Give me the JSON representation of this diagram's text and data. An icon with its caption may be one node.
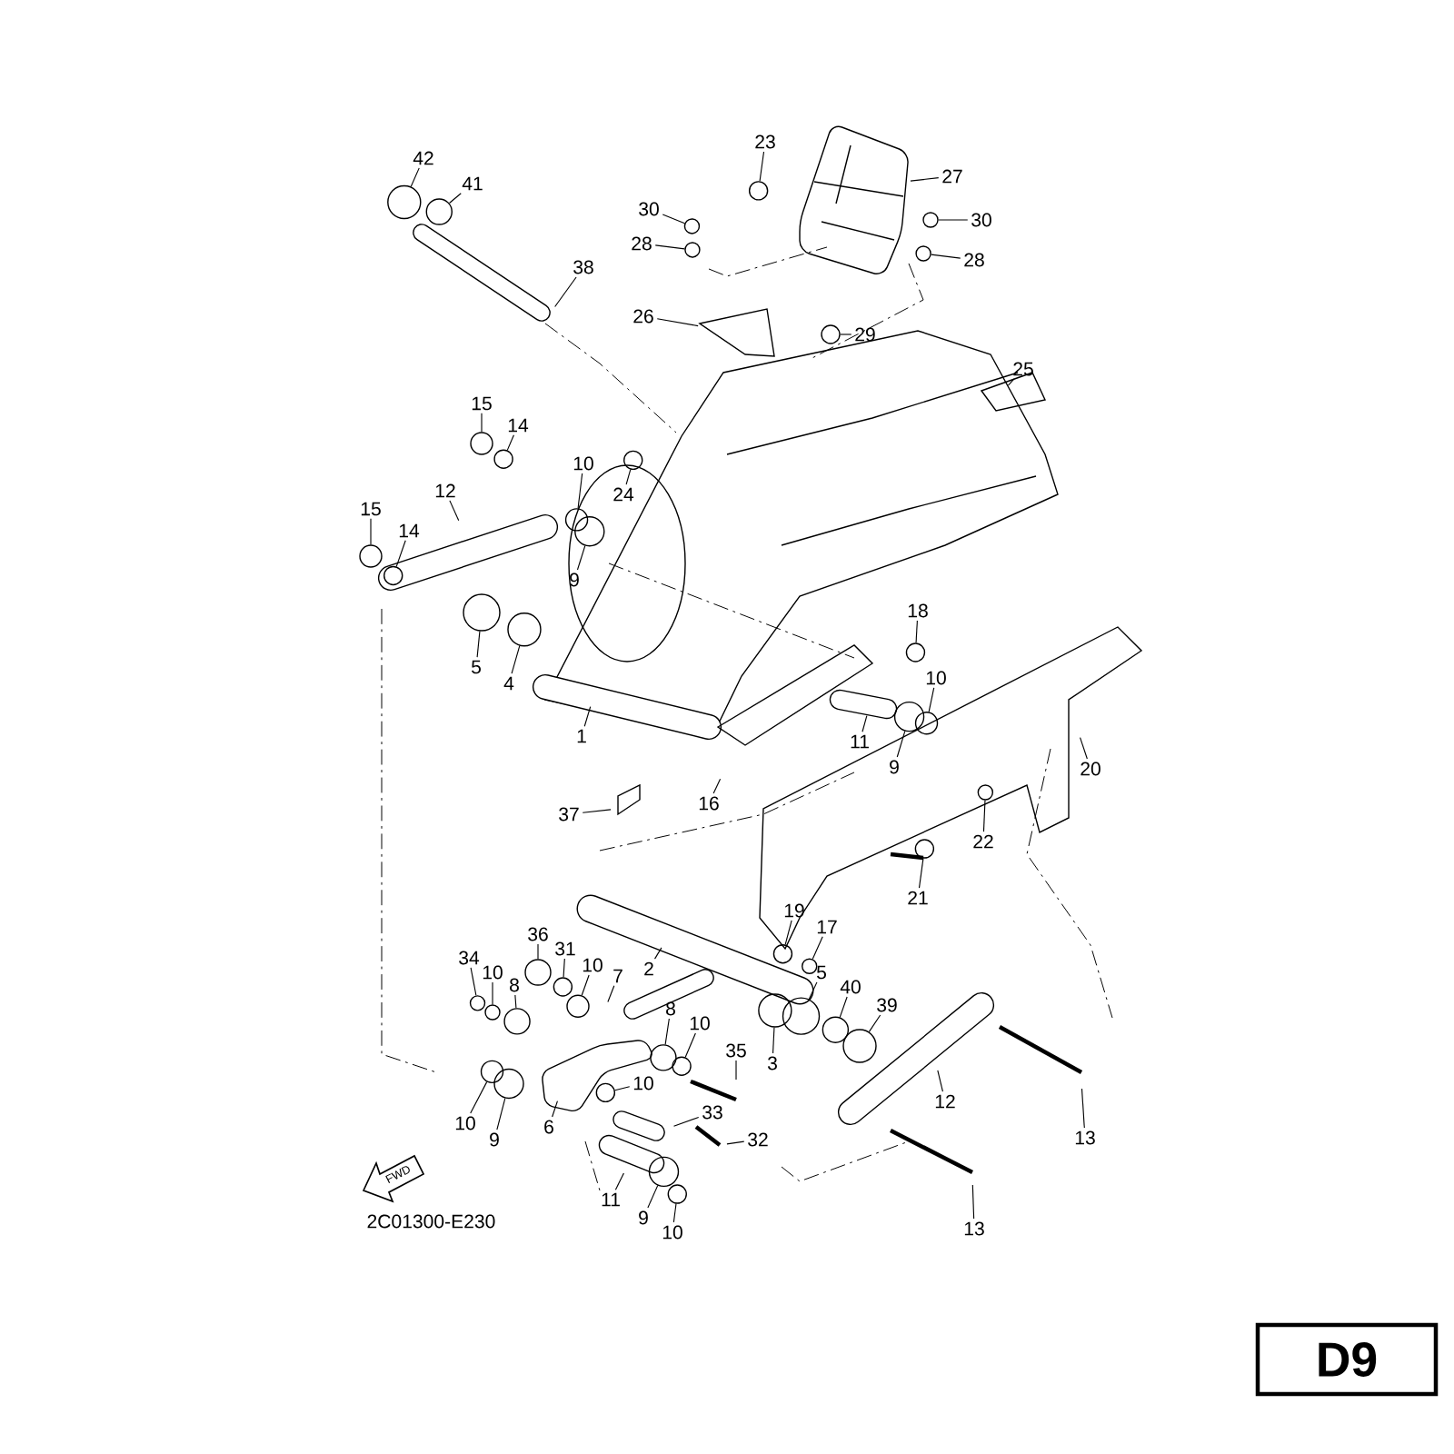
{
  "diagram": {
    "nodes": [
      {
        "text": [
          "42"
        ]
      },
      {
        "text": [
          "41"
        ]
      },
      {
        "text": [
          "23"
        ]
      },
      {
        "text": [
          "27"
        ]
      },
      {
        "text": [
          "30"
        ]
      },
      {
        "text": [
          "30"
        ]
      },
      {
        "text": [
          "28"
        ]
      },
      {
        "text": [
          "28"
        ]
      },
      {
        "text": [
          "38"
        ]
      },
      {
        "text": [
          "26"
        ]
      },
      {
        "text": [
          "29"
        ]
      },
      {
        "text": [
          "25"
        ]
      },
      {
        "text": [
          "15"
        ]
      },
      {
        "text": [
          "14"
        ]
      },
      {
        "text": [
          "10"
        ]
      },
      {
        "text": [
          "24"
        ]
      },
      {
        "text": [
          "12"
        ]
      },
      {
        "text": [
          "15"
        ]
      },
      {
        "text": [
          "14"
        ]
      },
      {
        "text": [
          "9"
        ]
      },
      {
        "text": [
          "18"
        ]
      },
      {
        "text": [
          "5"
        ]
      },
      {
        "text": [
          "4"
        ]
      },
      {
        "text": [
          "10"
        ]
      },
      {
        "text": [
          "1"
        ]
      },
      {
        "text": [
          "11"
        ]
      },
      {
        "text": [
          "9"
        ]
      },
      {
        "text": [
          "20"
        ]
      },
      {
        "text": [
          "37"
        ]
      },
      {
        "text": [
          "16"
        ]
      },
      {
        "text": [
          "22"
        ]
      },
      {
        "text": [
          "21"
        ]
      },
      {
        "text": [
          "19"
        ]
      },
      {
        "text": [
          "17"
        ]
      },
      {
        "text": [
          "36"
        ]
      },
      {
        "text": [
          "31"
        ]
      },
      {
        "text": [
          "34"
        ]
      },
      {
        "text": [
          "10"
        ]
      },
      {
        "text": [
          "10"
        ]
      },
      {
        "text": [
          "7"
        ]
      },
      {
        "text": [
          "2"
        ]
      },
      {
        "text": [
          "8"
        ]
      },
      {
        "text": [
          "5"
        ]
      },
      {
        "text": [
          "40"
        ]
      },
      {
        "text": [
          "39"
        ]
      },
      {
        "text": [
          "8"
        ]
      },
      {
        "text": [
          "10"
        ]
      },
      {
        "text": [
          "35"
        ]
      },
      {
        "text": [
          "3"
        ]
      },
      {
        "text": [
          "10"
        ]
      },
      {
        "text": [
          "33"
        ]
      },
      {
        "text": [
          "12"
        ]
      },
      {
        "text": [
          "10"
        ]
      },
      {
        "text": [
          "9"
        ]
      },
      {
        "text": [
          "6"
        ]
      },
      {
        "text": [
          "32"
        ]
      },
      {
        "text": [
          "13"
        ]
      },
      {
        "text": [
          "11"
        ]
      },
      {
        "text": [
          "9"
        ]
      },
      {
        "text": [
          "10"
        ]
      },
      {
        "text": [
          "13"
        ]
      },
      {
        "text": [
          "D9"
        ]
      },
      {
        "text": [],
        "shape": "circle"
      },
      {
        "text": [],
        "shape": "circle"
      },
      {
        "text": [],
        "shape": "circle"
      },
      {
        "text": [],
        "shape": "circle"
      },
      {
        "text": [],
        "shape": "circle"
      },
      {
        "text": [],
        "shape": "circle"
      },
      {
        "text": [],
        "shape": "circle"
      },
      {
        "text": [],
        "shape": "circle"
      },
      {
        "text": [],
        "shape": "circle"
      },
      {
        "text": [],
        "shape": "circle"
      },
      {
        "text": [],
        "shape": "circle"
      },
      {
        "text": [],
        "shape": "circle"
      },
      {
        "text": [],
        "shape": "circle"
      },
      {
        "text": [],
        "shape": "circle"
      },
      {
        "text": [],
        "shape": "circle"
      },
      {
        "text": [],
        "shape": "circle"
      },
      {
        "text": [],
        "shape": "circle"
      },
      {
        "text": [],
        "shape": "circle"
      },
      {
        "text": [],
        "shape": "circle"
      },
      {
        "text": [],
        "shape": "circle"
      },
      {
        "text": [],
        "shape": "circle"
      },
      {
        "text": [],
        "shape": "circle"
      },
      {
        "text": [],
        "shape": "circle"
      },
      {
        "text": [],
        "shape": "circle"
      },
      {
        "text": [],
        "shape": "circle"
      },
      {
        "text": [],
        "shape": "circle"
      },
      {
        "text": [],
        "shape": "circle"
      },
      {
        "text": [],
        "shape": "circle"
      },
      {
        "text": [],
        "shape": "circle"
      },
      {
        "text": [],
        "shape": "circle"
      },
      {
        "text": [],
        "shape": "circle"
      },
      {
        "text": [],
        "shape": "circle"
      },
      {
        "text": [],
        "shape": "circle"
      },
      {
        "text": [],
        "shape": "circle"
      },
      {
        "text": [],
        "shape": "circle"
      },
      {
        "text": [],
        "shape": "circle"
      },
      {
        "text": [],
        "shape": "circle"
      },
      {
        "text": [],
        "shape": "circle"
      },
      {
        "text": [],
        "shape": "circle"
      },
      {
        "text": [],
        "shape": "circle"
      },
      {
        "text": [],
        "shape": "circle"
      }
    ],
    "edges": [
      {
        "from": 0,
        "to": 62,
        "arrow": "none"
      },
      {
        "from": 1,
        "to": 63,
        "arrow": "none"
      },
      {
        "from": 2,
        "to": 64,
        "arrow": "none"
      },
      {
        "from": 3,
        "to": null,
        "arrow": "none"
      },
      {
        "from": 4,
        "to": 65,
        "arrow": "none"
      },
      {
        "from": 5,
        "to": 66,
        "arrow": "none"
      },
      {
        "from": 6,
        "to": 67,
        "arrow": "none"
      },
      {
        "from": 7,
        "to": 68,
        "arrow": "none"
      },
      {
        "from": 8,
        "to": null,
        "arrow": "none"
      },
      {
        "from": 9,
        "to": null,
        "arrow": "none"
      },
      {
        "from": 10,
        "to": 69,
        "arrow": "none"
      },
      {
        "from": 11,
        "to": null,
        "arrow": "none"
      },
      {
        "from": 12,
        "to": 70,
        "arrow": "none"
      },
      {
        "from": 13,
        "to": 71,
        "arrow": "none"
      },
      {
        "from": 14,
        "to": 72,
        "arrow": "none"
      },
      {
        "from": 15,
        "to": 73,
        "arrow": "none"
      },
      {
        "from": 16,
        "to": null,
        "arrow": "none"
      },
      {
        "from": 17,
        "to": 74,
        "arrow": "none"
      },
      {
        "from": 18,
        "to": 75,
        "arrow": "none"
      },
      {
        "from": 19,
        "to": 76,
        "arrow": "none"
      },
      {
        "from": 20,
        "to": 77,
        "arrow": "none"
      },
      {
        "from": 21,
        "to": 78,
        "arrow": "none"
      },
      {
        "from": 22,
        "to": 79,
        "arrow": "none"
      },
      {
        "from": 23,
        "to": 80,
        "arrow": "none"
      },
      {
        "from": 24,
        "to": null,
        "arrow": "none"
      },
      {
        "from": 25,
        "to": null,
        "arrow": "none"
      },
      {
        "from": 26,
        "to": 81,
        "arrow": "none"
      },
      {
        "from": 27,
        "to": null,
        "arrow": "none"
      },
      {
        "from": 28,
        "to": null,
        "arrow": "none"
      },
      {
        "from": 29,
        "to": null,
        "arrow": "none"
      },
      {
        "from": 30,
        "to": 82,
        "arrow": "none"
      },
      {
        "from": 31,
        "to": 83,
        "arrow": "none"
      },
      {
        "from": 32,
        "to": 84,
        "arrow": "none"
      },
      {
        "from": 33,
        "to": 85,
        "arrow": "none"
      },
      {
        "from": 34,
        "to": 86,
        "arrow": "none"
      },
      {
        "from": 35,
        "to": 87,
        "arrow": "none"
      },
      {
        "from": 36,
        "to": 88,
        "arrow": "none"
      },
      {
        "from": 37,
        "to": 89,
        "arrow": "none"
      },
      {
        "from": 38,
        "to": 90,
        "arrow": "none"
      },
      {
        "from": 39,
        "to": null,
        "arrow": "none"
      },
      {
        "from": 40,
        "to": null,
        "arrow": "none"
      },
      {
        "from": 41,
        "to": 91,
        "arrow": "none"
      },
      {
        "from": 42,
        "to": 92,
        "arrow": "none"
      },
      {
        "from": 43,
        "to": 93,
        "arrow": "none"
      },
      {
        "from": 44,
        "to": 94,
        "arrow": "none"
      },
      {
        "from": 45,
        "to": 95,
        "arrow": "none"
      },
      {
        "from": 46,
        "to": 96,
        "arrow": "none"
      },
      {
        "from": 47,
        "to": null,
        "arrow": "none"
      },
      {
        "from": 48,
        "to": 97,
        "arrow": "none"
      },
      {
        "from": 49,
        "to": 98,
        "arrow": "none"
      },
      {
        "from": 50,
        "to": null,
        "arrow": "none"
      },
      {
        "from": 51,
        "to": null,
        "arrow": "none"
      },
      {
        "from": 52,
        "to": 99,
        "arrow": "none"
      },
      {
        "from": 53,
        "to": 100,
        "arrow": "none"
      },
      {
        "from": 54,
        "to": null,
        "arrow": "none"
      },
      {
        "from": 55,
        "to": null,
        "arrow": "none"
      },
      {
        "from": 56,
        "to": null,
        "arrow": "none"
      },
      {
        "from": 57,
        "to": null,
        "arrow": "none"
      },
      {
        "from": 58,
        "to": 101,
        "arrow": "none"
      },
      {
        "from": 59,
        "to": 102,
        "arrow": "none"
      },
      {
        "from": 60,
        "to": null,
        "arrow": "none"
      }
    ],
    "labels": [
      "FWD",
      "2C01300-E230"
    ]
  }
}
